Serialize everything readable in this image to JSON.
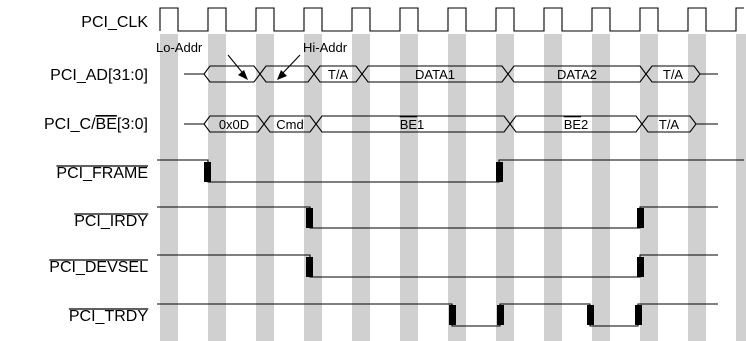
{
  "signals": [
    {
      "id": "clk",
      "label": "PCI_CLK",
      "overbar": ""
    },
    {
      "id": "ad",
      "label": "PCI_AD[31:0]",
      "overbar": ""
    },
    {
      "id": "cbe",
      "label": "PCI_C/BE[3:0]",
      "overbar": "BE"
    },
    {
      "id": "frame",
      "label": "PCI_FRAME",
      "overbar": "all"
    },
    {
      "id": "irdy",
      "label": "PCI_IRDY",
      "overbar": "all"
    },
    {
      "id": "devsel",
      "label": "PCI_DEVSEL",
      "overbar": "all"
    },
    {
      "id": "trdy",
      "label": "PCI_TRDY",
      "overbar": "all"
    }
  ],
  "bus_ad": [
    {
      "text": ""
    },
    {
      "text": ""
    },
    {
      "text": "T/A"
    },
    {
      "text": "DATA1"
    },
    {
      "text": "DATA2"
    },
    {
      "text": "T/A"
    }
  ],
  "bus_cbe": [
    {
      "text": "0x0D"
    },
    {
      "text": "Cmd"
    },
    {
      "text": "BE1",
      "overbar": "BE"
    },
    {
      "text": "BE2",
      "overbar": "BE"
    },
    {
      "text": "T/A"
    }
  ],
  "annotations": {
    "lo_addr": "Lo-Addr",
    "hi_addr": "Hi-Addr"
  },
  "colors": {
    "stripe": "#d0d0d0",
    "line": "#000000"
  }
}
